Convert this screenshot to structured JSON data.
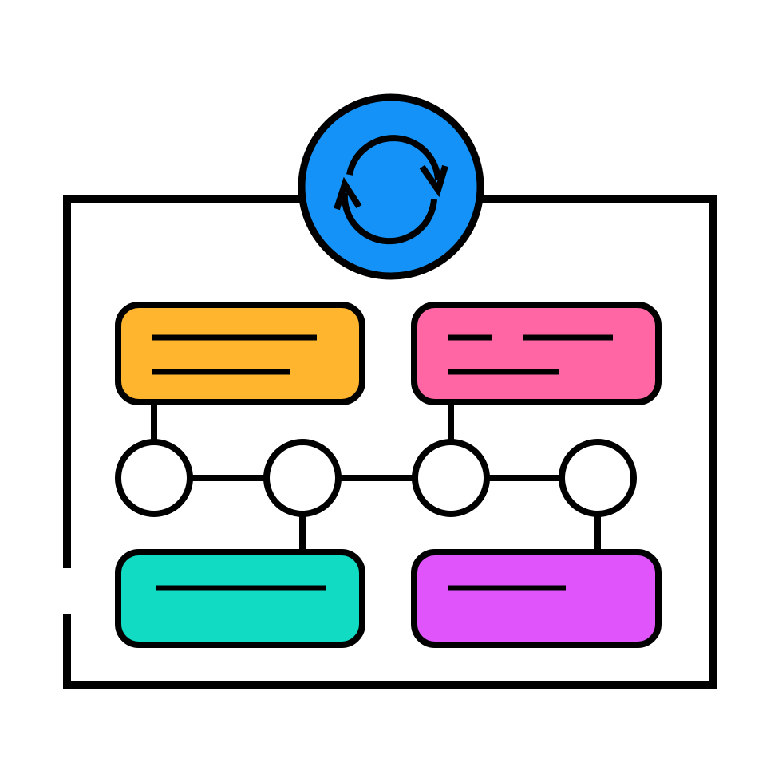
{
  "icon": {
    "name": "workflow-sync-icon",
    "stroke_color": "#000000",
    "background_color": "#ffffff",
    "sync_circle_color": "#1592f7",
    "node_fill_color": "#ffffff",
    "cards": [
      {
        "name": "card-top-left",
        "color": "#ffb52e"
      },
      {
        "name": "card-top-right",
        "color": "#ff66a3"
      },
      {
        "name": "card-bottom-left",
        "color": "#11dcc3"
      },
      {
        "name": "card-bottom-right",
        "color": "#df55fb"
      }
    ]
  }
}
